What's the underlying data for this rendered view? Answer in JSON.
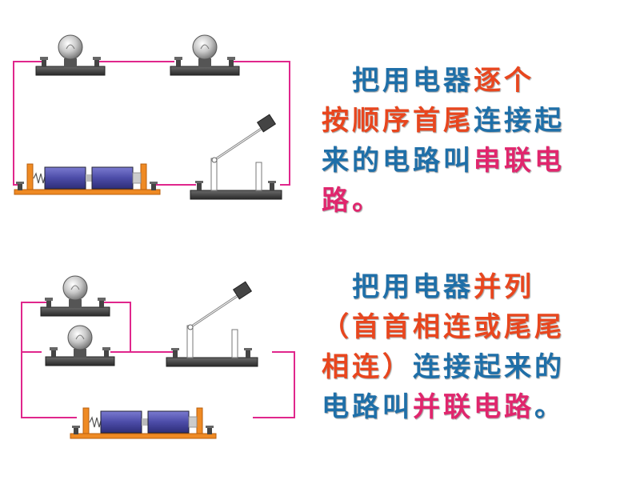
{
  "colors": {
    "wire": "#e0268c",
    "text_blue": "#1f6fa8",
    "text_red": "#e8461e",
    "text_pink": "#e0266d",
    "base_dark": "#3a3a3a",
    "cell_blue": "#4c4ca8",
    "tray_orange": "#ef8a23"
  },
  "series_paragraph": {
    "lines": [
      [
        {
          "t": "　把用电器",
          "c": "blue"
        },
        {
          "t": "逐个",
          "c": "red"
        }
      ],
      [
        {
          "t": "按顺序首尾",
          "c": "red"
        },
        {
          "t": "连接起",
          "c": "blue"
        }
      ],
      [
        {
          "t": "来的电路叫",
          "c": "blue"
        },
        {
          "t": "串联电",
          "c": "pink"
        }
      ],
      [
        {
          "t": "路。",
          "c": "pink"
        }
      ]
    ]
  },
  "parallel_paragraph": {
    "lines": [
      [
        {
          "t": "　把用电器",
          "c": "blue"
        },
        {
          "t": "并列",
          "c": "red"
        }
      ],
      [
        {
          "t": "（首首相连或尾尾",
          "c": "red"
        }
      ],
      [
        {
          "t": "相连）",
          "c": "red"
        },
        {
          "t": "连接起来的",
          "c": "blue"
        }
      ],
      [
        {
          "t": "电路叫",
          "c": "blue"
        },
        {
          "t": "并联电路",
          "c": "pink"
        },
        {
          "t": "。",
          "c": "blue"
        }
      ]
    ]
  }
}
